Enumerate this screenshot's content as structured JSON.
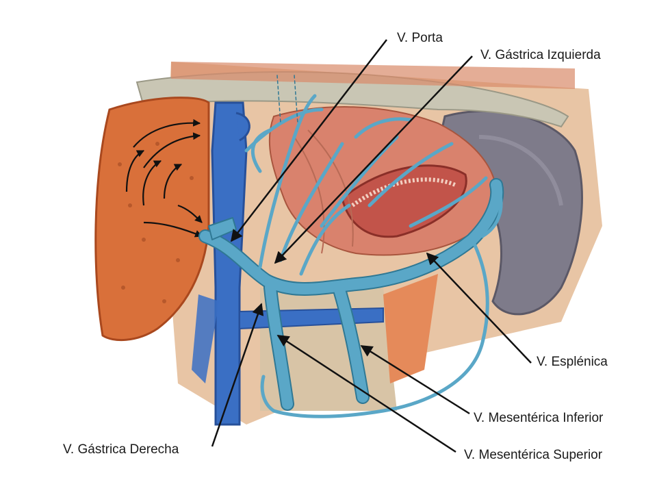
{
  "labels": {
    "porta": "V. Porta",
    "gastrica_izquierda": "V. Gástrica Izquierda",
    "esplenica": "V. Esplénica",
    "mesenterica_inferior": "V. Mesentérica Inferior",
    "gastrica_derecha": "V. Gástrica Derecha",
    "mesenterica_superior": "V. Mesentérica Superior"
  },
  "colors": {
    "vein": "#5aa7c7",
    "vein_edge": "#2f7894",
    "vena_cava": "#3a6fc4",
    "liver": "#d9703a",
    "spleen": "#7e7b8a",
    "stomach": "#d9826d",
    "diaphragm": "#c9c6b4",
    "arrow": "#111111"
  }
}
